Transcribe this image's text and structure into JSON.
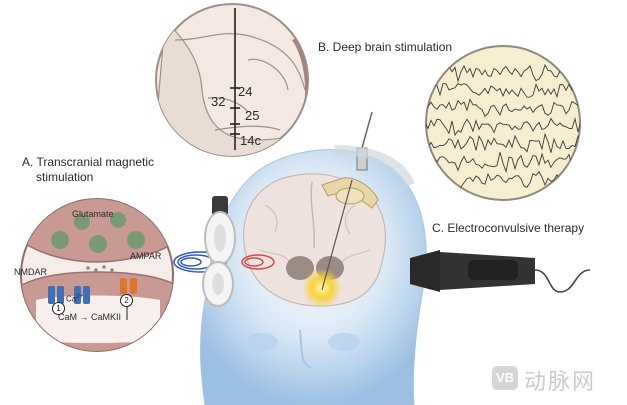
{
  "labels": {
    "tms_line1": "A. Transcranial magnetic",
    "tms_line2": "stimulation",
    "dbs": "B. Deep brain stimulation",
    "ect": "C. Electroconvulsive therapy",
    "glutamate": "Glutamate",
    "nmdar": "NMDAR",
    "ampar": "AMPAR",
    "ca": "Ca",
    "ca_sup": "2+",
    "cam_pathway": "CaM → CaMKII",
    "step1": "1",
    "step2": "2",
    "area_24": "24",
    "area_32": "32",
    "area_25": "25",
    "area_14c": "14c"
  },
  "watermark": {
    "logo_text": "VB",
    "text": "动脉网"
  },
  "colors": {
    "brain_panel_fill": "#f3e9e2",
    "eeg_panel_fill": "#f7edcf",
    "synapse_fill": "#c99a93",
    "nmdar": "#3f6fb7",
    "ampar": "#e0742a",
    "head_glow": "#bcd6ee",
    "glow_target": "#f5d23b",
    "probe_fill": "#2a2a2a",
    "coil_fill": "#f4f4f4"
  },
  "icons": [
    "tms-coil-icon",
    "dbs-electrode-icon",
    "ect-electrode-icon"
  ]
}
